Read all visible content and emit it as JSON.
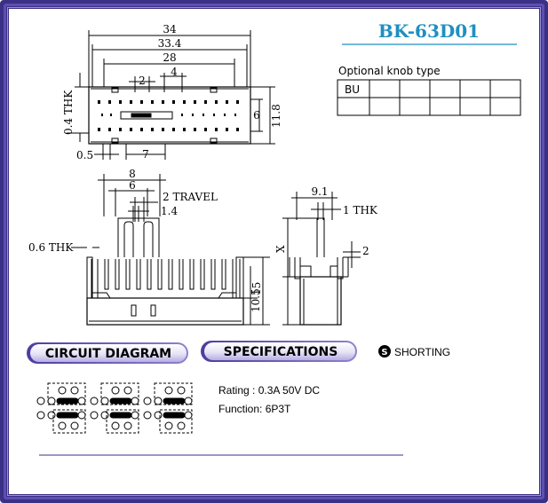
{
  "model": "BK-63D01",
  "knob": {
    "title": "Optional knob type",
    "cells": [
      "BU",
      "",
      "",
      "",
      "",
      ""
    ]
  },
  "top_view": {
    "dims": {
      "overall": "34",
      "inner": "33.4",
      "pitch_span": "28",
      "d2": "2",
      "d4": "4",
      "thk": "0.4  THK",
      "d6": "6",
      "d11_8": "11.8",
      "d0_5": "0.5",
      "d7": "7"
    }
  },
  "front_view": {
    "dims": {
      "d8": "8",
      "d6": "6",
      "travel": "2  TRAVEL",
      "d1_4": "1.4",
      "thk": "0.6  THK",
      "d15": "15",
      "d10_5": "10.5"
    }
  },
  "side_view": {
    "dims": {
      "d9_1": "9.1",
      "thk": "1  THK",
      "x": "X",
      "d2": "2"
    }
  },
  "labels": {
    "circuit": "CIRCUIT DIAGRAM",
    "specs": "SPECIFICATIONS",
    "shorting": "SHORTING",
    "shorting_icon": "S"
  },
  "specs": {
    "rating": "Rating : 0.3A 50V DC",
    "function": "Function: 6P3T"
  },
  "colors": {
    "frame": "#3c2f86",
    "model_text": "#1f8fc0",
    "pill_grad_start": "#6a5fc0",
    "pill_grad_end": "#ffffff"
  }
}
